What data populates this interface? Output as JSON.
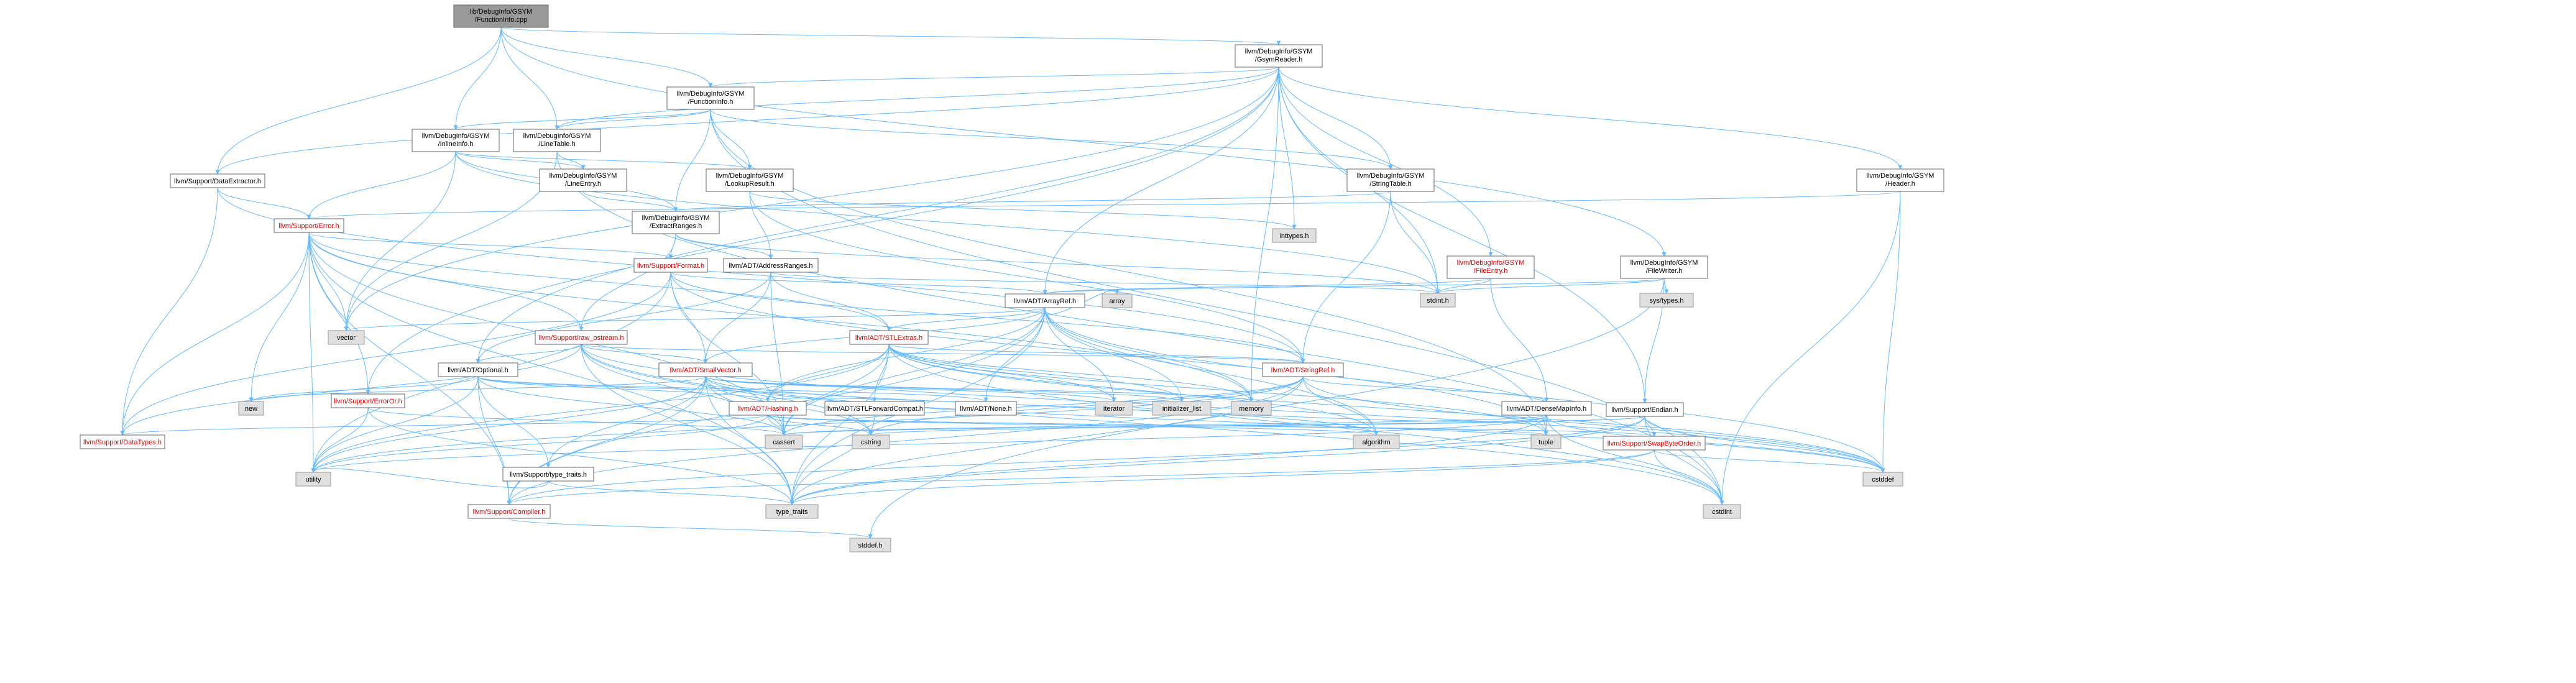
{
  "colors": {
    "edge": "#63b8ff",
    "root_fill": "#999999",
    "system_fill": "#e0e0e0",
    "red_text": "#e00000"
  },
  "nodes": {
    "root": [
      "lib/DebugInfo/GSYM",
      "/FunctionInfo.cpp"
    ],
    "gsym_reader": [
      "llvm/DebugInfo/GSYM",
      "/GsymReader.h"
    ],
    "function_info": [
      "llvm/DebugInfo/GSYM",
      "/FunctionInfo.h"
    ],
    "inline_info": [
      "llvm/DebugInfo/GSYM",
      "/InlineInfo.h"
    ],
    "line_table": [
      "llvm/DebugInfo/GSYM",
      "/LineTable.h"
    ],
    "line_entry": [
      "llvm/DebugInfo/GSYM",
      "/LineEntry.h"
    ],
    "lookup_result": [
      "llvm/DebugInfo/GSYM",
      "/LookupResult.h"
    ],
    "extract_ranges": [
      "llvm/DebugInfo/GSYM",
      "/ExtractRanges.h"
    ],
    "string_table": [
      "llvm/DebugInfo/GSYM",
      "/StringTable.h"
    ],
    "header": [
      "llvm/DebugInfo/GSYM",
      "/Header.h"
    ],
    "file_entry": [
      "llvm/DebugInfo/GSYM",
      "/FileEntry.h"
    ],
    "file_writer": [
      "llvm/DebugInfo/GSYM",
      "/FileWriter.h"
    ],
    "data_extractor": [
      "llvm/Support/DataExtractor.h"
    ],
    "error": [
      "llvm/Support/Error.h"
    ],
    "format": [
      "llvm/Support/Format.h"
    ],
    "raw_ostream": [
      "llvm/Support/raw_ostream.h"
    ],
    "error_or": [
      "llvm/Support/ErrorOr.h"
    ],
    "data_types": [
      "llvm/Support/DataTypes.h"
    ],
    "compiler": [
      "llvm/Support/Compiler.h"
    ],
    "type_traits_support": [
      "llvm/Support/type_traits.h"
    ],
    "endian": [
      "llvm/Support/Endian.h"
    ],
    "swap_byte_order": [
      "llvm/Support/SwapByteOrder.h"
    ],
    "address_ranges": [
      "llvm/ADT/AddressRanges.h"
    ],
    "array_ref": [
      "llvm/ADT/ArrayRef.h"
    ],
    "stl_extras": [
      "llvm/ADT/STLExtras.h"
    ],
    "string_ref": [
      "llvm/ADT/StringRef.h"
    ],
    "optional": [
      "llvm/ADT/Optional.h"
    ],
    "small_vector": [
      "llvm/ADT/SmallVector.h"
    ],
    "hashing": [
      "llvm/ADT/Hashing.h"
    ],
    "stl_forward_compat": [
      "llvm/ADT/STLForwardCompat.h"
    ],
    "none": [
      "llvm/ADT/None.h"
    ],
    "dense_map_info": [
      "llvm/ADT/DenseMapInfo.h"
    ],
    "inttypes": [
      "inttypes.h"
    ],
    "stdint": [
      "stdint.h"
    ],
    "sys_types": [
      "sys/types.h"
    ],
    "vector": [
      "vector"
    ],
    "array": [
      "array"
    ],
    "new": [
      "new"
    ],
    "iterator": [
      "iterator"
    ],
    "initializer_list": [
      "initializer_list"
    ],
    "memory": [
      "memory"
    ],
    "cassert": [
      "cassert"
    ],
    "cstring": [
      "cstring"
    ],
    "algorithm": [
      "algorithm"
    ],
    "tuple": [
      "tuple"
    ],
    "utility": [
      "utility"
    ],
    "type_traits": [
      "type_traits"
    ],
    "cstdint": [
      "cstdint"
    ],
    "cstddef": [
      "cstddef"
    ],
    "stddef": [
      "stddef.h"
    ]
  }
}
